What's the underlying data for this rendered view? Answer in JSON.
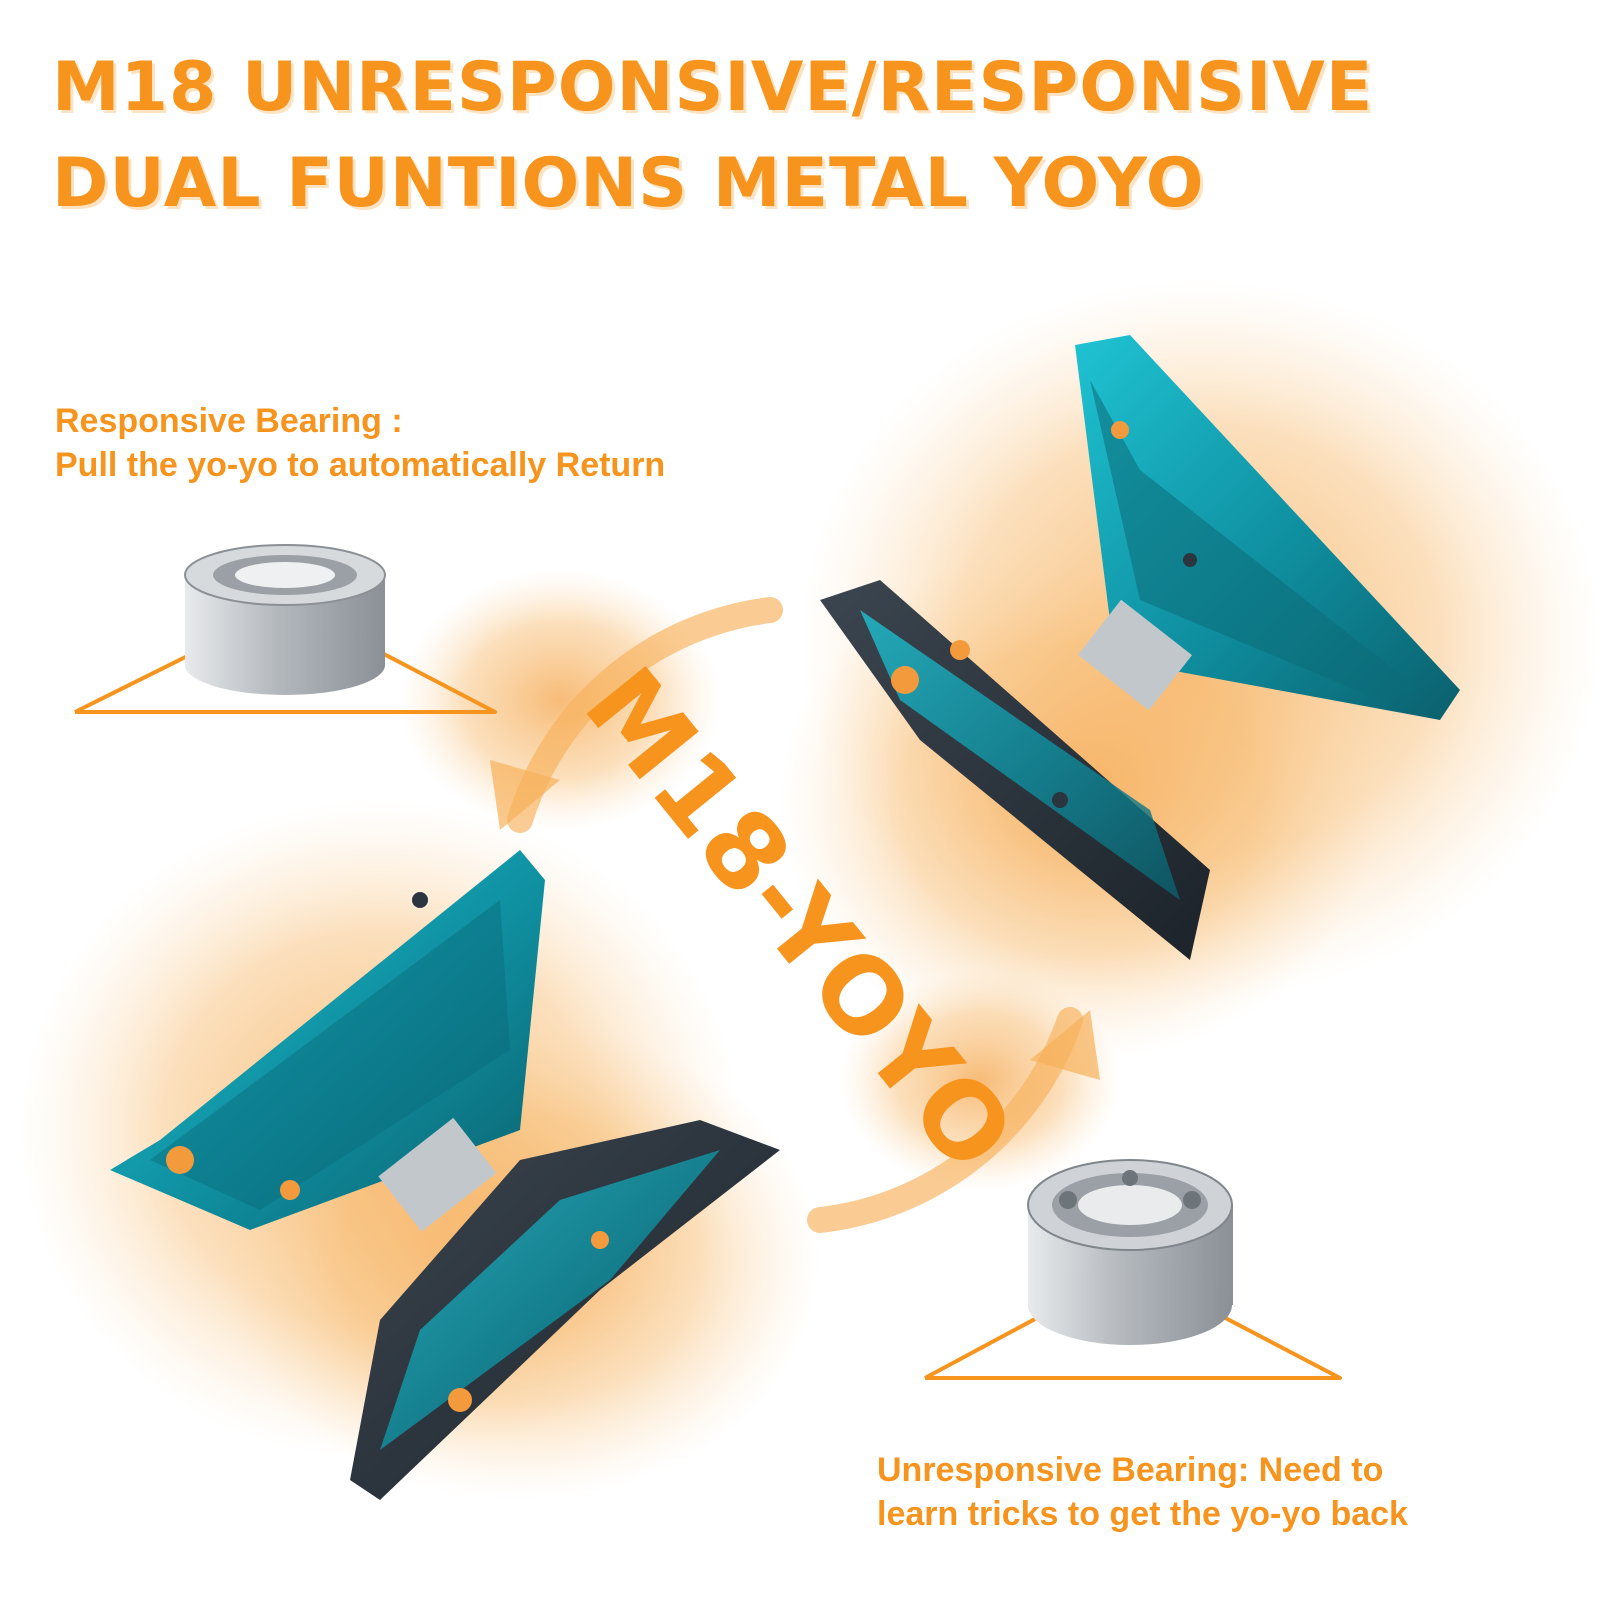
{
  "headline": {
    "line1": "M18 UNRESPONSIVE/RESPONSIVE",
    "line2": "DUAL FUNTIONS METAL YOYO"
  },
  "product_label": "M18-YOYO",
  "responsive_bearing": {
    "line1": "Responsive Bearing :",
    "line2": "Pull the yo-yo to automatically Return"
  },
  "unresponsive_bearing": {
    "line1": "Unresponsive Bearing: Need to",
    "line2": "learn tricks to get the yo-yo back"
  },
  "colors": {
    "accent_orange": "#f7941d",
    "splash_orange": "#f5a54a",
    "yoyo_teal": "#12a3b4",
    "yoyo_dark": "#2b3540",
    "bearing_silver": "#c8ccd0"
  }
}
